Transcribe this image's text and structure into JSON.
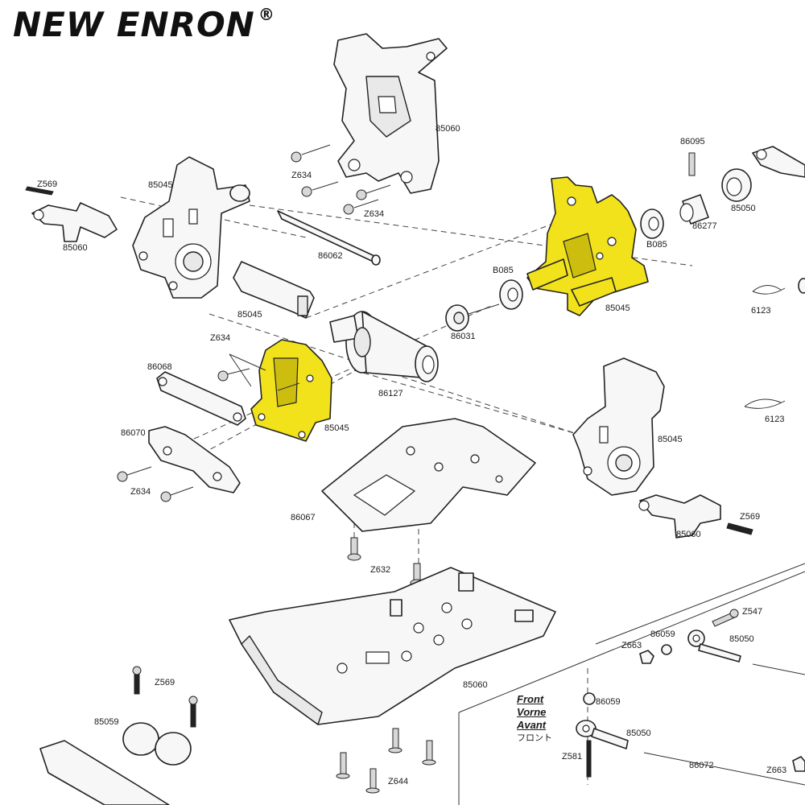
{
  "brand": {
    "name": "NEW ENRON",
    "mark": "®"
  },
  "front_note": {
    "en": "Front",
    "de": "Vorne",
    "fr": "Avant",
    "jp": "フロント"
  },
  "highlight_color": "#f2e21b",
  "labels": {
    "p85060_top": "85060",
    "z634_top": "Z634",
    "z634_top2": "Z634",
    "p86095": "86095",
    "z569_left": "Z569",
    "p85045_left": "85045",
    "p85060_left": "85060",
    "p86062": "86062",
    "p85045_mid": "85045",
    "b085_left": "B085",
    "b085_right": "B085",
    "p86277": "86277",
    "p85050_top": "85050",
    "p85045_yellow": "85045",
    "p6123_a": "6123",
    "p86031": "86031",
    "z634_mid": "Z634",
    "p86068": "86068",
    "p86127": "86127",
    "p85045_cover": "85045",
    "p86070": "86070",
    "z634_low": "Z634",
    "p85045_right": "85045",
    "p6123_b": "6123",
    "p86067": "86067",
    "z569_right": "Z569",
    "p85060_right": "85060",
    "z632": "Z632",
    "z547": "Z547",
    "p86059_a": "86059",
    "z663_a": "Z663",
    "p85050_b": "85050",
    "z569_low": "Z569",
    "p85060_skid": "85060",
    "p85059": "85059",
    "p86059_b": "86059",
    "p85050_c": "85050",
    "z581": "Z581",
    "p86072": "86072",
    "z644": "Z644",
    "z663_b": "Z663"
  }
}
